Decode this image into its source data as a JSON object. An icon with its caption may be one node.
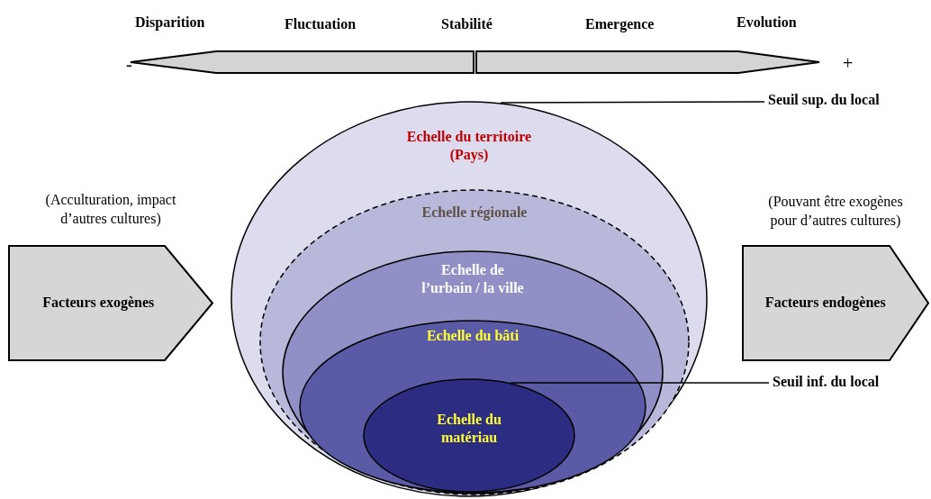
{
  "diagram": {
    "nodes": [
      {
        "text": [
          "Echelle du territoire (Pays)"
        ]
      },
      {
        "text": [
          "Echelle régionale"
        ],
        "in": 0
      },
      {
        "text": [
          "Echelle de l’urbain / la ville"
        ],
        "in": 1
      },
      {
        "text": [
          "Echelle du bâti"
        ],
        "in": 2
      },
      {
        "text": [
          "Echelle du matériau"
        ],
        "in": 3
      },
      {
        "text": [
          "Facteurs exogènes"
        ],
        "beside": [
          "(Acculturation, impact d’autres cultures)"
        ]
      },
      {
        "text": [
          "Facteurs endogènes"
        ],
        "beside": [
          "(Pouvant être exogènes pour d’autres cultures)"
        ]
      },
      {
        "text": [
          "Seuil sup. du local"
        ]
      },
      {
        "text": [
          "Seuil inf. du local"
        ]
      }
    ],
    "edges": [
      {
        "from": 7,
        "to": 0,
        "arrow": "none"
      },
      {
        "from": 8,
        "to": 4,
        "arrow": "none"
      }
    ],
    "labels": [
      "Disparition",
      "Fluctuation",
      "Stabilité",
      "Emergence",
      "Evolution",
      "-",
      "+"
    ]
  }
}
